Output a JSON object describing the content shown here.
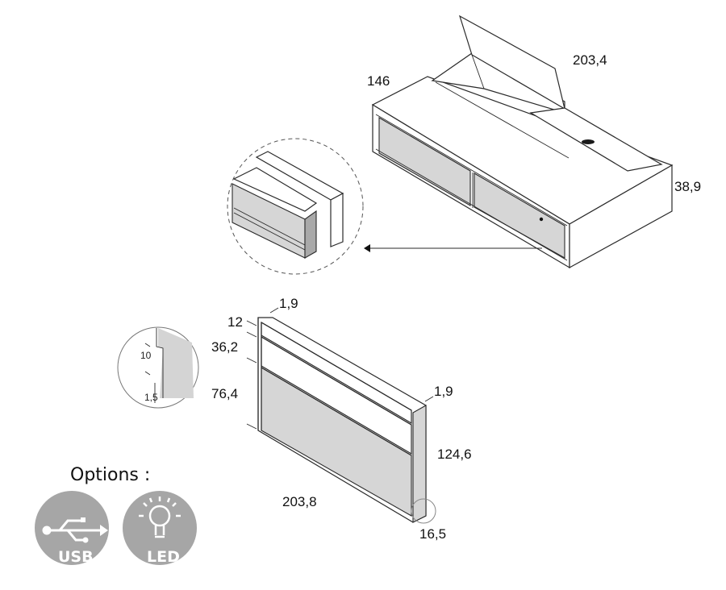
{
  "bed": {
    "dimensions": {
      "depth": "146",
      "width": "203,4",
      "height": "38,9"
    }
  },
  "headboard": {
    "dimensions": {
      "top_thickness": "1,9",
      "top_shelf": "12",
      "middle_shelf": "36,2",
      "lower_panel": "76,4",
      "side_thickness": "1,9",
      "height": "124,6",
      "width": "203,8",
      "foot": "16,5"
    },
    "detail": {
      "groove": "10",
      "groove_depth": "1,5"
    }
  },
  "options": {
    "title": "Options :",
    "badges": [
      {
        "label": "USB",
        "icon": "usb-icon"
      },
      {
        "label": "LED",
        "icon": "light-bulb-icon"
      }
    ],
    "badge_color": "#a6a6a6"
  }
}
